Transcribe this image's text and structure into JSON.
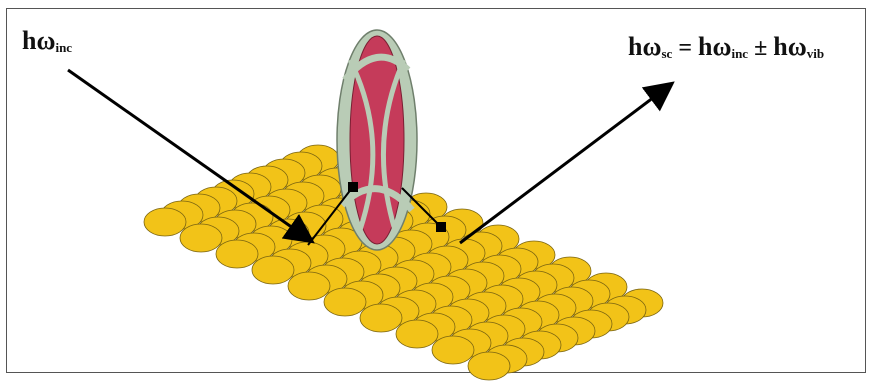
{
  "labels": {
    "incident": {
      "main": "hω",
      "sub": "inc"
    },
    "scattered": {
      "term1_main": "hω",
      "term1_sub": "sc",
      "eq": "=",
      "term2_main": "hω",
      "term2_sub": "inc",
      "pm": "±",
      "term3_main": "hω",
      "term3_sub": "vib"
    }
  },
  "colors": {
    "atom_fill": "#f2c318",
    "atom_stroke": "#7a6410",
    "molecule_red": "#c53b5a",
    "molecule_shell": "#b9ccb6",
    "arrow": "#000000"
  }
}
